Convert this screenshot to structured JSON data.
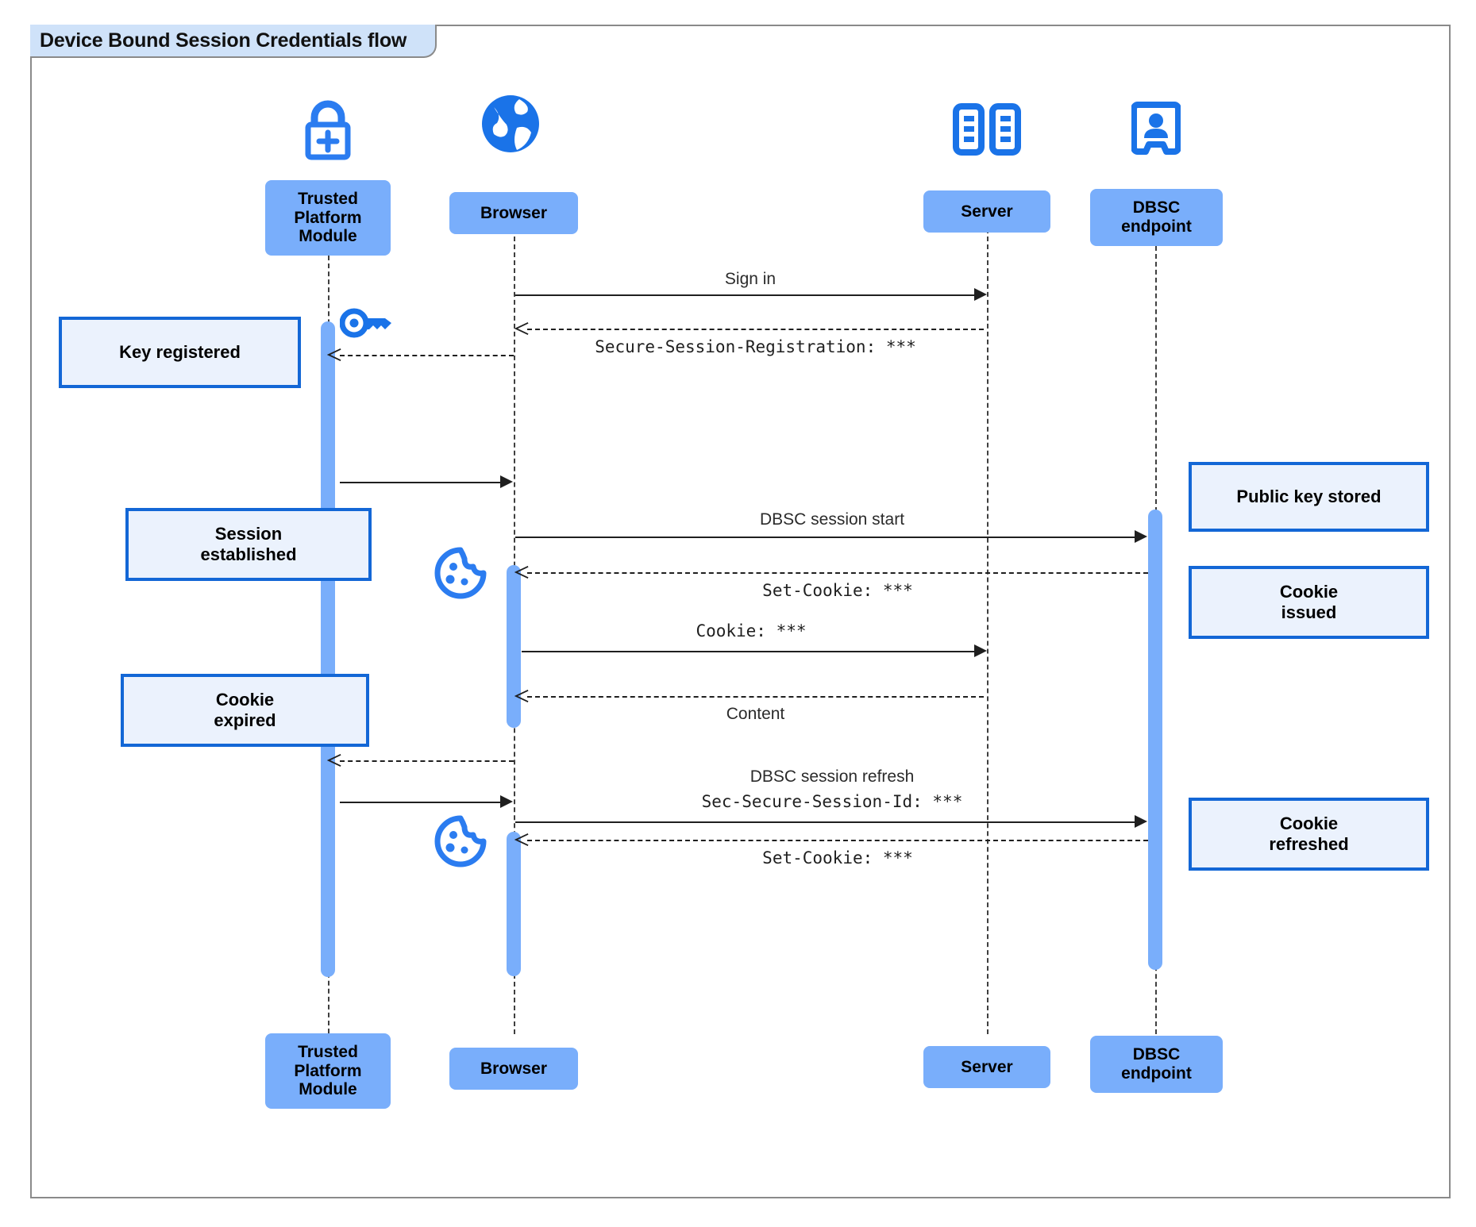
{
  "diagram": {
    "type": "uml-sequence-diagram",
    "title": "Device Bound Session Credentials flow",
    "colors": {
      "participant_fill": "#79aefb",
      "note_fill": "#ebf2fd",
      "note_border": "#1367d6",
      "icon_blue": "#1a73e8",
      "activation_fill": "#79aefb",
      "frame_border": "#8a8a8a",
      "frame_tab_fill": "#cfe2f9",
      "line_color": "#1f1f1f"
    }
  },
  "participants": [
    {
      "id": "tpm",
      "label": "Trusted\nPlatform\nModule",
      "label_top": "Trusted Platform Module",
      "icon": "lock-plus-icon"
    },
    {
      "id": "browser",
      "label": "Browser",
      "label_top": "Browser",
      "icon": "globe-icon"
    },
    {
      "id": "server",
      "label": "Server",
      "label_top": "Server",
      "icon": "server-racks-icon"
    },
    {
      "id": "dbsc",
      "label": "DBSC\nendpoint",
      "label_top": "DBSC endpoint",
      "icon": "id-badge-icon"
    }
  ],
  "participant_labels": {
    "tpm_line1": "Trusted",
    "tpm_line2": "Platform",
    "tpm_line3": "Module",
    "browser": "Browser",
    "server": "Server",
    "dbsc_line1": "DBSC",
    "dbsc_line2": "endpoint"
  },
  "messages": [
    {
      "id": "m1",
      "from": "browser",
      "to": "server",
      "style": "solid",
      "font": "sans",
      "text": "Sign in"
    },
    {
      "id": "m2",
      "from": "server",
      "to": "browser",
      "style": "dashed",
      "font": "mono",
      "text": "Secure-Session-Registration: ***"
    },
    {
      "id": "m3",
      "from": "browser",
      "to": "tpm",
      "style": "dashed",
      "font": "none",
      "text": ""
    },
    {
      "id": "m4",
      "from": "tpm",
      "to": "browser",
      "style": "solid",
      "font": "none",
      "text": ""
    },
    {
      "id": "m5",
      "from": "browser",
      "to": "dbsc",
      "style": "solid",
      "font": "sans",
      "text": "DBSC session start"
    },
    {
      "id": "m6",
      "from": "dbsc",
      "to": "browser",
      "style": "dashed",
      "font": "mono",
      "text": "Set-Cookie: ***"
    },
    {
      "id": "m7",
      "from": "browser",
      "to": "server",
      "style": "solid",
      "font": "mono",
      "text": "Cookie: ***"
    },
    {
      "id": "m8",
      "from": "server",
      "to": "browser",
      "style": "dashed",
      "font": "sans",
      "text": "Content"
    },
    {
      "id": "m9",
      "from": "browser",
      "to": "tpm",
      "style": "dashed",
      "font": "none",
      "text": ""
    },
    {
      "id": "m10",
      "from": "tpm",
      "to": "browser",
      "style": "solid",
      "font": "none",
      "text": ""
    },
    {
      "id": "m11",
      "from": "browser",
      "to": "dbsc",
      "style": "solid",
      "font": "both",
      "text": "DBSC session refresh",
      "text2": "Sec-Secure-Session-Id: ***"
    },
    {
      "id": "m12",
      "from": "dbsc",
      "to": "browser",
      "style": "dashed",
      "font": "mono",
      "text": "Set-Cookie: ***"
    }
  ],
  "notes_left": [
    {
      "id": "n1",
      "text_line1": "Key registered",
      "text_line2": ""
    },
    {
      "id": "n2",
      "text_line1": "Session",
      "text_line2": "established"
    },
    {
      "id": "n3",
      "text_line1": "Cookie",
      "text_line2": "expired"
    }
  ],
  "notes_right": [
    {
      "id": "n4",
      "text_line1": "Public key stored",
      "text_line2": ""
    },
    {
      "id": "n5",
      "text_line1": "Cookie",
      "text_line2": "issued"
    },
    {
      "id": "n6",
      "text_line1": "Cookie",
      "text_line2": "refreshed"
    }
  ],
  "floating_icons": [
    {
      "id": "key",
      "name": "key-icon",
      "near": "tpm-lifeline"
    },
    {
      "id": "cookie1",
      "name": "cookie-icon",
      "near": "browser-lifeline"
    },
    {
      "id": "cookie2",
      "name": "cookie-icon",
      "near": "browser-lifeline"
    }
  ]
}
